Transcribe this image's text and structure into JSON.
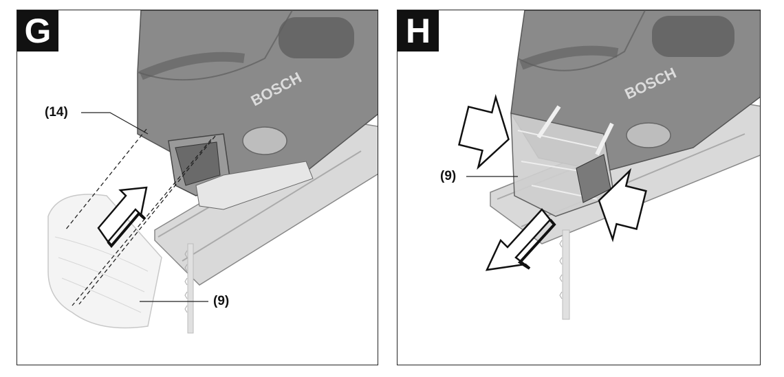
{
  "panels": [
    {
      "letter": "G",
      "callouts": [
        {
          "id": "14",
          "text": "(14)"
        },
        {
          "id": "9",
          "text": "(9)"
        }
      ]
    },
    {
      "letter": "H",
      "callouts": [
        {
          "id": "9",
          "text": "(9)"
        }
      ]
    }
  ],
  "brand": "BOSCH",
  "colors": {
    "housing": "#8a8a8a",
    "housing_dark": "#5e5e5e",
    "metal": "#c8c8c8",
    "outline": "#222222",
    "badge": "#111111"
  }
}
